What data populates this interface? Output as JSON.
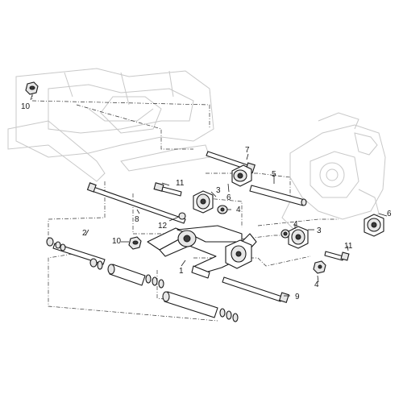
{
  "callouts": {
    "c1": "1",
    "c2": "2",
    "c3a": "3",
    "c3b": "3",
    "c4a": "4",
    "c4b": "4",
    "c4c": "4",
    "c5": "5",
    "c6a": "6",
    "c6b": "6",
    "c7": "7",
    "c8": "8",
    "c9": "9",
    "c10a": "10",
    "c10b": "10",
    "c11a": "11",
    "c11b": "11",
    "c12": "12"
  }
}
